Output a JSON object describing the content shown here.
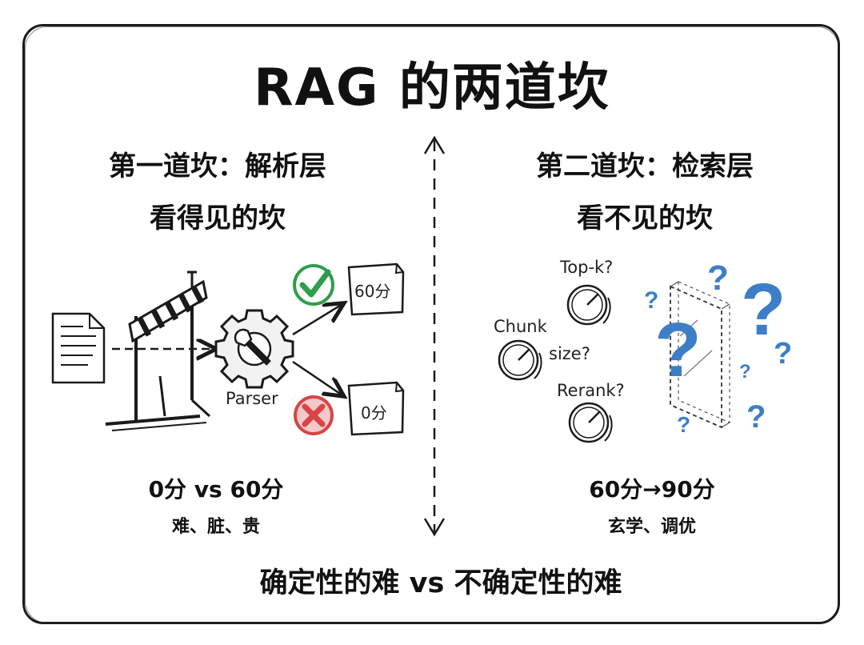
{
  "title": "RAG 的两道坎",
  "left": {
    "heading": "第一道坎：解析层",
    "subheading": "看得见的坎",
    "parser_label": "Parser",
    "score_pass": "60分",
    "score_fail": "0分",
    "stat": "0分 vs 60分",
    "note": "难、脏、贵"
  },
  "right": {
    "heading": "第二道坎：检索层",
    "subheading": "看不见的坎",
    "knob_topk": "Top-k?",
    "knob_chunk_1": "Chunk",
    "knob_chunk_2": "size?",
    "knob_rerank": "Rerank?",
    "stat": "60分→90分",
    "note": "玄学、调优"
  },
  "footer": "确定性的难 vs 不确定性的难",
  "colors": {
    "check": "#2e9e4a",
    "cross": "#d94444",
    "question": "#3d7fc6",
    "ink": "#1a1a1a"
  }
}
